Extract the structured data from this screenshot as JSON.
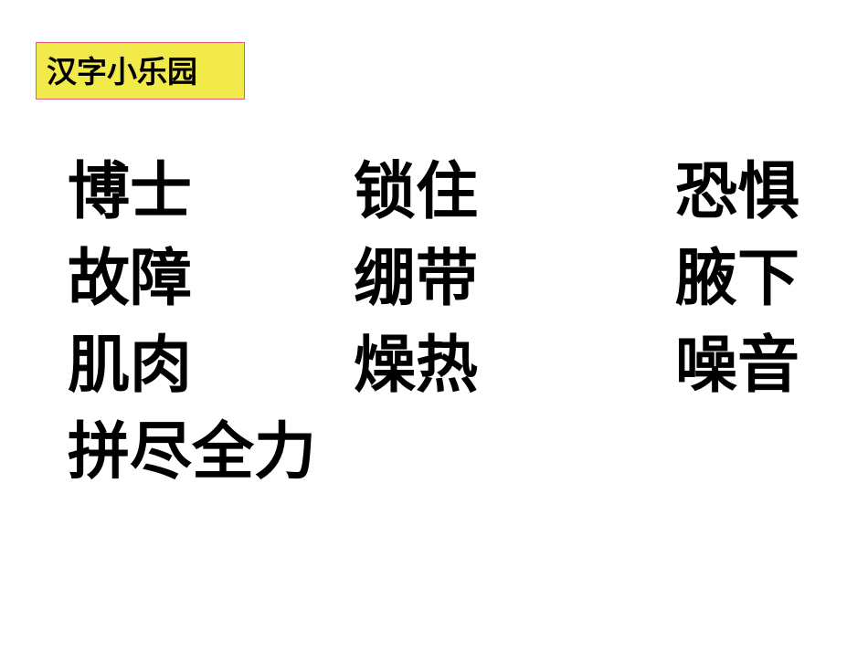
{
  "slide": {
    "title": "汉字小乐园",
    "title_box_color": "#f2ea4b",
    "title_border_color": "#e05a7a",
    "rows": [
      [
        "博士",
        "锁住",
        "恐惧"
      ],
      [
        "故障",
        "绷带",
        "腋下"
      ],
      [
        "肌肉",
        "燥热",
        "噪音"
      ],
      [
        "拼尽全力"
      ]
    ]
  }
}
